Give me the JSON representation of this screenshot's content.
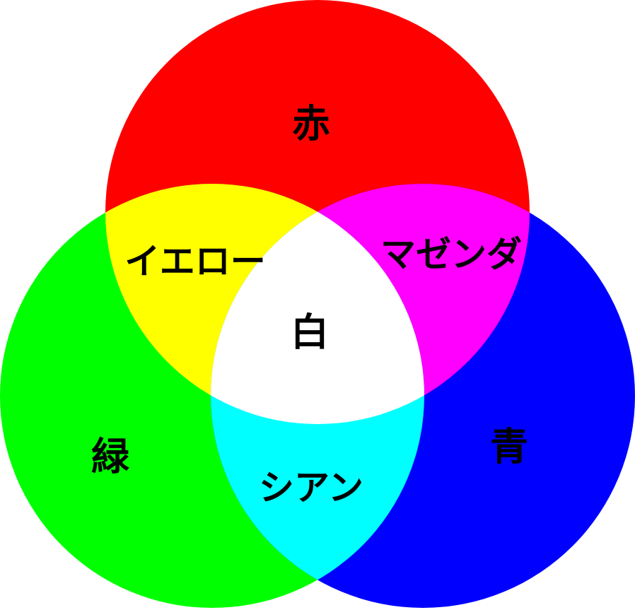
{
  "regions": {
    "red": {
      "label": "赤",
      "color": "#ff0000"
    },
    "green": {
      "label": "緑",
      "color": "#00ff00"
    },
    "blue": {
      "label": "青",
      "color": "#0000ff"
    },
    "yellow": {
      "label": "イエロー",
      "color": "#ffff00"
    },
    "magenta": {
      "label": "マゼンダ",
      "color": "#ff00ff"
    },
    "cyan": {
      "label": "シアン",
      "color": "#00ffff"
    },
    "white": {
      "label": "白",
      "color": "#ffffff"
    }
  }
}
